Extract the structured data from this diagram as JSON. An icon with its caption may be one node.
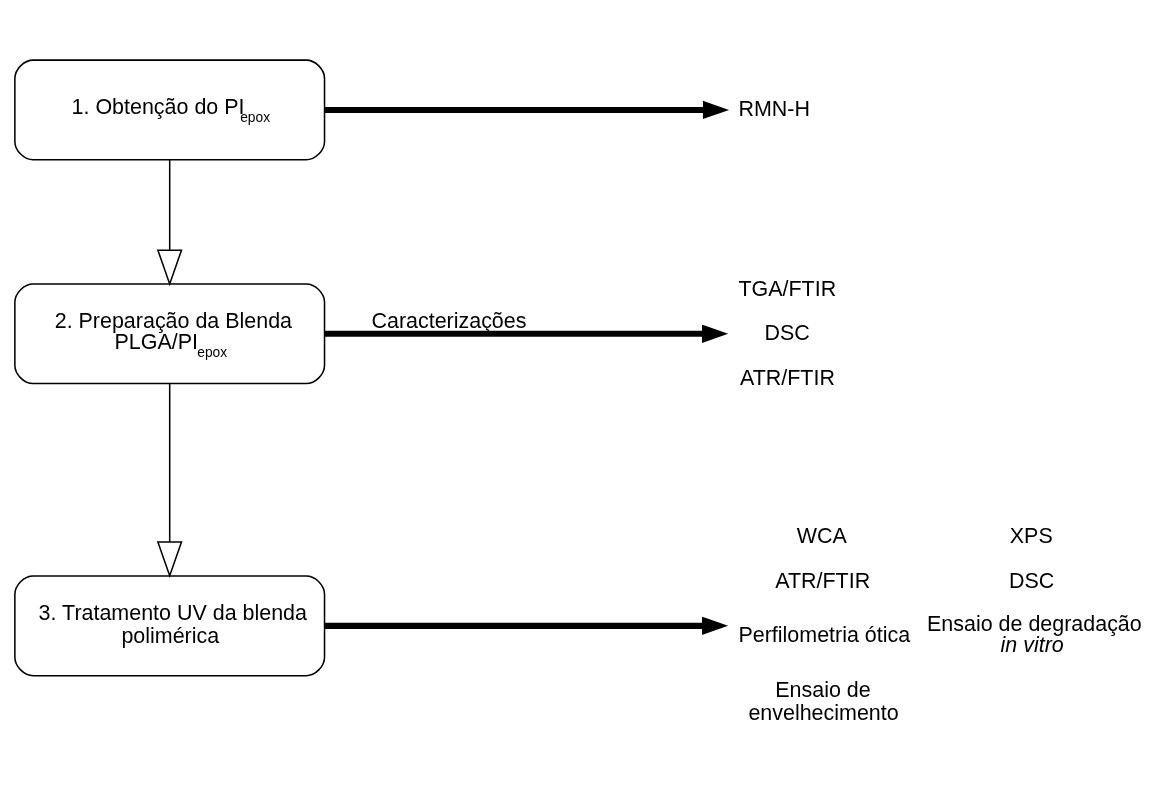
{
  "diagram": {
    "nodes": [
      {
        "text": [
          "1. Obtenção do PI$_{epox}$"
        ]
      },
      {
        "text": [
          "2. Preparação da Blenda PLGA/PI$_{epox}$"
        ]
      },
      {
        "text": [
          "3. Tratamento UV da blenda polimérica"
        ]
      },
      {
        "text": [
          "RMN-H"
        ]
      },
      {
        "text": [
          "TGA/FTIR",
          "DSC",
          "ATR/FTIR"
        ]
      },
      {
        "text": [
          "WCA",
          "XPS",
          "ATR/FTIR",
          "DSC",
          "Perfilometria ótica",
          "Ensaio de degradação *in vitro*",
          "Ensaio de envelhecimento"
        ]
      }
    ],
    "edges": [
      {
        "from": 0,
        "to": 3,
        "arrow": "to"
      },
      {
        "from": 0,
        "to": 1,
        "arrow": "to"
      },
      {
        "from": 1,
        "to": 4,
        "arrow": "to",
        "label": "Caracterizações"
      },
      {
        "from": 1,
        "to": 2,
        "arrow": "to"
      },
      {
        "from": 2,
        "to": 5,
        "arrow": "to"
      }
    ]
  }
}
